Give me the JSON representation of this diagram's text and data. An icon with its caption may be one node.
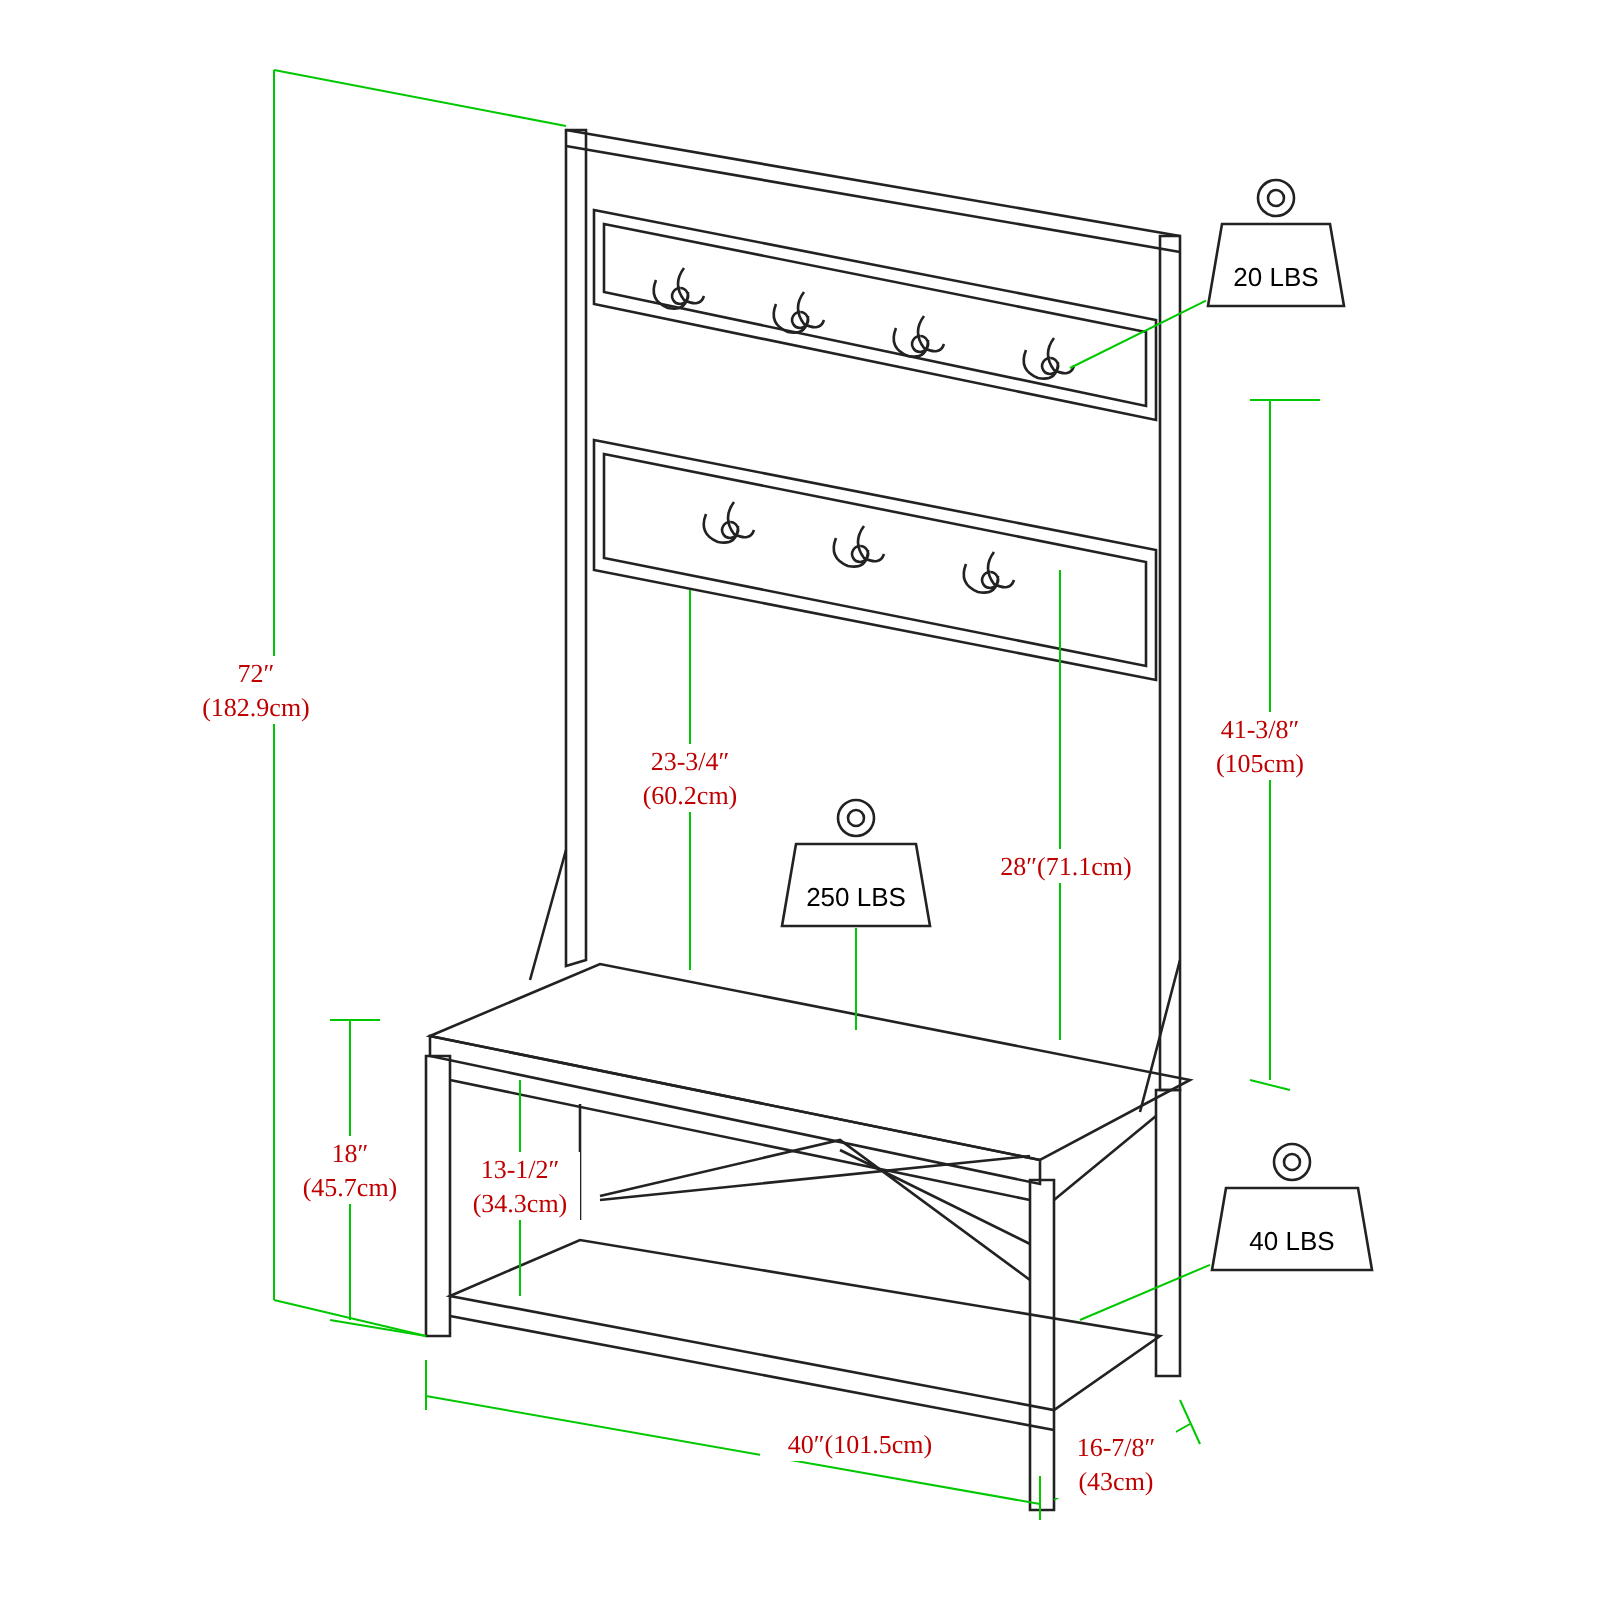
{
  "diagram": {
    "nodes": [
      {
        "text": [
          "20 LBS"
        ]
      },
      {
        "text": [
          "250 LBS"
        ]
      },
      {
        "text": [
          "40 LBS"
        ]
      }
    ],
    "edges": [
      {
        "from": 0,
        "to": null,
        "arrow": "none"
      },
      {
        "from": 1,
        "to": null,
        "arrow": "none"
      },
      {
        "from": 2,
        "to": null,
        "arrow": "none"
      }
    ],
    "labels": [
      "72″ (182.9cm)",
      "41-3/8″ (105cm)",
      "23-3/4″ (60.2cm)",
      "28″(71.1cm)",
      "18″ (45.7cm)",
      "13-1/2″ (34.3cm)",
      "40″(101.5cm)",
      "16-7/8″ (43cm)"
    ]
  }
}
